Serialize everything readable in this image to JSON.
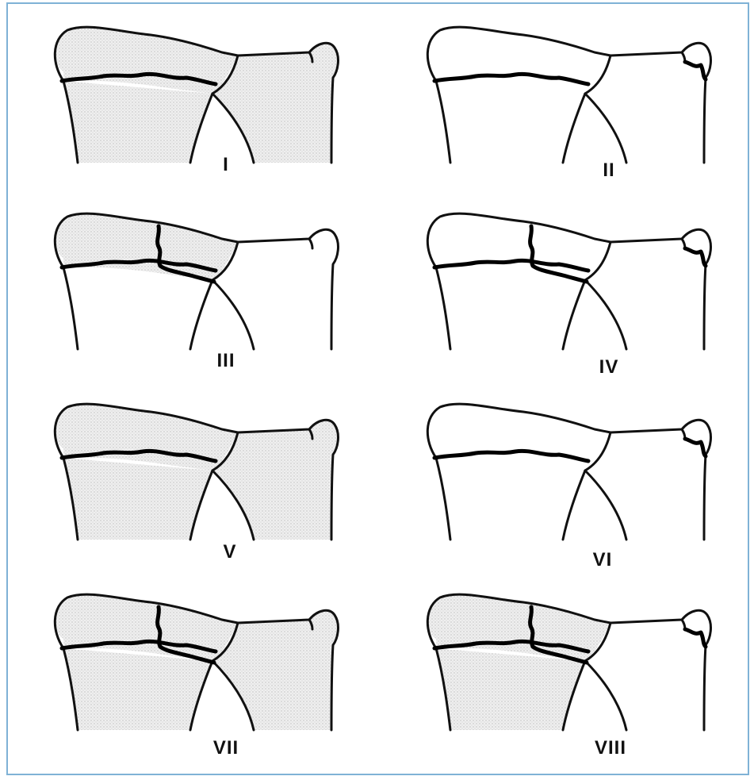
{
  "figure": {
    "frame_color": "#7fb2d6",
    "panels": [
      {
        "id": "I",
        "label": "I",
        "shaded": "all",
        "styloid_fracture": false,
        "intra_articular": false
      },
      {
        "id": "II",
        "label": "II",
        "shaded": "none",
        "styloid_fracture": true,
        "intra_articular": false
      },
      {
        "id": "III",
        "label": "III",
        "shaded": "radius",
        "styloid_fracture": false,
        "intra_articular": true
      },
      {
        "id": "IV",
        "label": "IV",
        "shaded": "none",
        "styloid_fracture": true,
        "intra_articular": true
      },
      {
        "id": "V",
        "label": "V",
        "shaded": "all",
        "styloid_fracture": false,
        "intra_articular": false
      },
      {
        "id": "VI",
        "label": "VI",
        "shaded": "none",
        "styloid_fracture": true,
        "intra_articular": false
      },
      {
        "id": "VII",
        "label": "VII",
        "shaded": "all",
        "styloid_fracture": false,
        "intra_articular": true
      },
      {
        "id": "VIII",
        "label": "VIII",
        "shaded": "all-but-ulna",
        "styloid_fracture": true,
        "intra_articular": true
      }
    ]
  }
}
